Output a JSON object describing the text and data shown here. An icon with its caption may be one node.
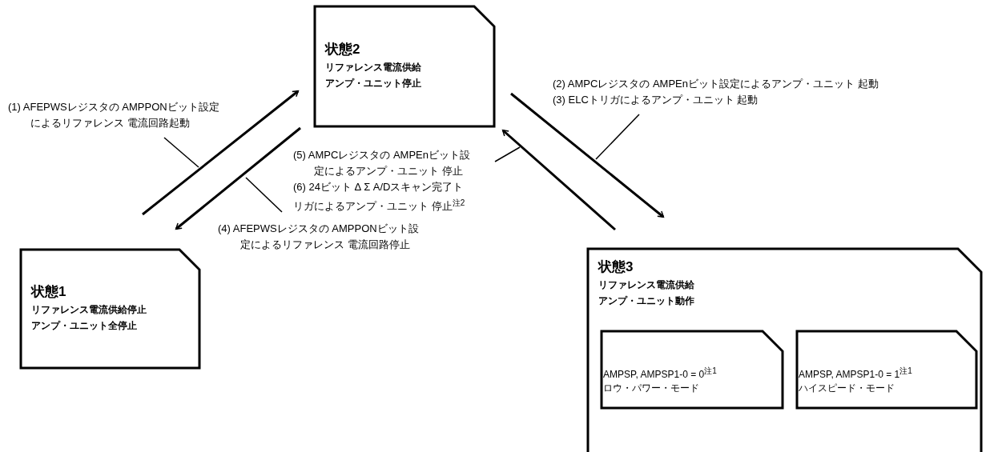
{
  "diagram": {
    "nodes": [
      {
        "text": [
          "状態1",
          "リファレンス電流供給停止",
          "アンプ・ユニット全停止"
        ]
      },
      {
        "text": [
          "状態2",
          "リファレンス電流供給",
          "アンプ・ユニット停止"
        ]
      },
      {
        "text": [
          "状態3",
          "リファレンス電流供給",
          "アンプ・ユニット動作"
        ]
      },
      {
        "text": [
          "AMPSP, AMPSP1-0 = 0$^{注1}$",
          "ロウ・パワー・モード"
        ],
        "in": 2
      },
      {
        "text": [
          "AMPSP, AMPSP1-0 = 1$^{注1}$",
          "ハイスピード・モード"
        ],
        "in": 2
      }
    ],
    "edges": [
      {
        "from": 0,
        "to": 1,
        "arrow": "to",
        "label": "(1) AFEPWSレジスタの AMPPONビット設定によるリファレンス 電流回路起動"
      },
      {
        "from": 1,
        "to": 0,
        "arrow": "to",
        "label": "(4) AFEPWSレジスタの AMPPONビット設定によるリファレンス 電流回路停止"
      },
      {
        "from": 1,
        "to": 2,
        "arrow": "to",
        "label": "(2) AMPCレジスタの AMPEnビット設定によるアンプ・ユニット 起動 (3) ELCトリガによるアンプ・ユニット 起動"
      },
      {
        "from": 2,
        "to": 1,
        "arrow": "to",
        "label": "(5) AMPCレジスタの AMPEnビット設定によるアンプ・ユニット 停止 (6) 24ビット Δ Σ A/Dスキャン完了トリガによるアンプ・ユニット 停止$^{注2}$"
      }
    ]
  }
}
